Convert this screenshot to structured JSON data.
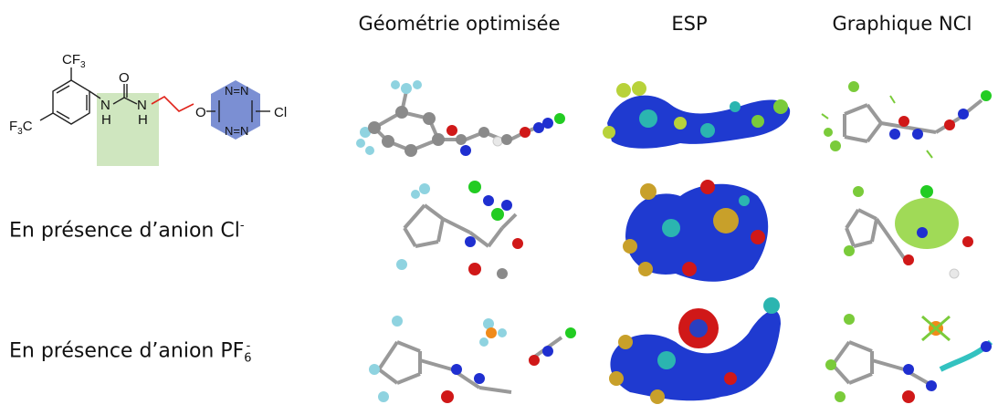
{
  "columns": {
    "geometry": "Géométrie optimisée",
    "esp": "ESP",
    "nci": "Graphique NCI"
  },
  "rows": [
    {
      "label_main": "En présence d’anion Cl",
      "label_sup": "-",
      "label_sub": ""
    },
    {
      "label_main": "En présence d’anion PF",
      "label_sup": "-",
      "label_sub": "6"
    }
  ],
  "structure": {
    "cf3_top": "CF",
    "cf3_left": "F",
    "cf3_left2": "C",
    "three": "3",
    "nh1": "N",
    "nh2": "N",
    "h": "H",
    "o_urea": "O",
    "o_ether": "O",
    "n": "N",
    "cl": "Cl",
    "n_eq_n_top": "N=N",
    "n_eq_n_bot": "N=N"
  },
  "colors": {
    "urea_highlight": "#cfe6bf",
    "tetrazine_highlight": "#7b8fd3",
    "linker": "#e0241b",
    "carbon": "#8a8a8a",
    "hydrogen": "#e8e8e8",
    "nitrogen": "#1f2fd0",
    "oxygen": "#d01818",
    "fluorine": "#8fd3e0",
    "chlorine": "#22cc22",
    "phosphorus": "#f08a1a",
    "nci_green": "#7acb3a"
  }
}
